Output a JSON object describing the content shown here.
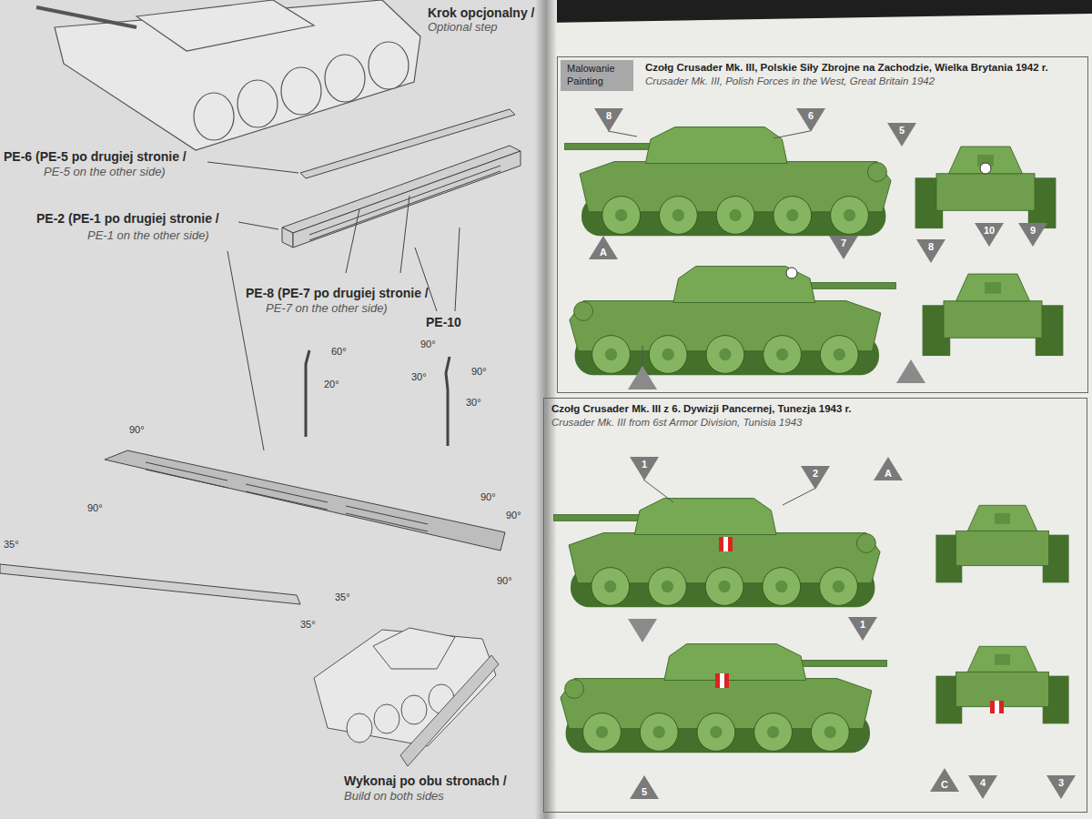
{
  "diagram": {
    "nodes": [
      {
        "text": [
          "Czołg Crusader Mk. III, Polskie Siły Zbrojne na Zachodzie, Wielka Brytania 1942 r.",
          "Crusader Mk. III, Polish Forces in the West, Great Britain 1942"
        ]
      },
      {
        "text": [
          "Malowanie",
          "Painting"
        ],
        "in": 0
      },
      {
        "text": [
          "8"
        ],
        "in": 0
      },
      {
        "text": [
          "6"
        ],
        "in": 0
      },
      {
        "text": [
          "5"
        ],
        "in": 0
      },
      {
        "text": [
          "A"
        ],
        "in": 0
      },
      {
        "text": [
          "7"
        ],
        "in": 0
      },
      {
        "text": [
          "8"
        ],
        "in": 0
      },
      {
        "text": [
          "10"
        ],
        "in": 0
      },
      {
        "text": [
          "9"
        ],
        "in": 0
      },
      {
        "text": [
          "Czołg Crusader Mk. III z 6. Dywizji Pancernej, Tunezja 1943 r.",
          "Crusader Mk. III from 6st Armor Division, Tunisia 1943"
        ]
      },
      {
        "text": [
          "1"
        ],
        "in": 10
      },
      {
        "text": [
          "2"
        ],
        "in": 10
      },
      {
        "text": [
          "A"
        ],
        "in": 10
      },
      {
        "text": [
          "1"
        ],
        "in": 10
      },
      {
        "text": [
          "5"
        ],
        "in": 10
      },
      {
        "text": [
          "C"
        ],
        "in": 10
      },
      {
        "text": [
          "4"
        ],
        "in": 10
      },
      {
        "text": [
          "3"
        ],
        "in": 10
      }
    ],
    "labels": [
      "Krok opcjonalny /",
      "Optional step",
      "PE-6 (PE-5 po drugiej stronie /",
      "PE-5 on the other side)",
      "PE-2 (PE-1 po drugiej stronie /",
      "PE-1 on the other side)",
      "PE-8 (PE-7 po drugiej stronie /",
      "PE-7 on the other side)",
      "PE-10",
      "60°",
      "20°",
      "90°",
      "90°",
      "30°",
      "30°",
      "90°",
      "90°",
      "90°",
      "90°",
      "90°",
      "35°",
      "35°",
      "35°",
      "Wykonaj po obu stronach /",
      "Build on both sides"
    ]
  }
}
